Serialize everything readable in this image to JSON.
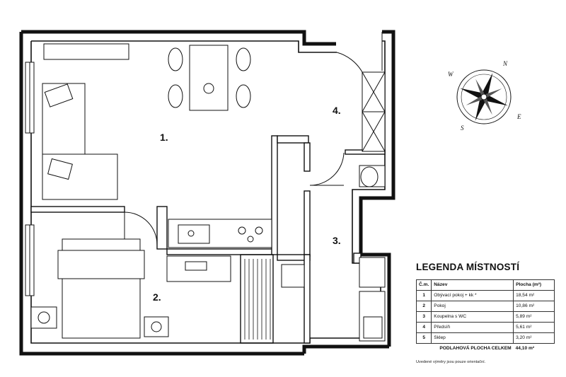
{
  "rooms": [
    {
      "number": "1.",
      "name": "Obývací pokoj + kk *",
      "area": "18,54 m²"
    },
    {
      "number": "2.",
      "name": "Pokoj",
      "area": "10,86 m²"
    },
    {
      "number": "3.",
      "name": "Koupelna s WC",
      "area": "5,89 m²"
    },
    {
      "number": "4.",
      "name": "Předsíň",
      "area": "5,61 m²"
    },
    {
      "number": "5",
      "name": "Sklep",
      "area": "3,20 m²"
    }
  ],
  "legend": {
    "title": "LEGENDA MÍSTNOSTÍ",
    "col_num": "Č.m.",
    "col_name": "Název",
    "col_area": "Plocha (m²)",
    "rows": [
      {
        "num": "1",
        "name": "Obývací pokoj + kk *",
        "area": "18,54 m²"
      },
      {
        "num": "2",
        "name": "Pokoj",
        "area": "10,86 m²"
      },
      {
        "num": "3",
        "name": "Koupelna s WC",
        "area": "5,89 m²"
      },
      {
        "num": "4",
        "name": "Předsíň",
        "area": "5,61 m²"
      },
      {
        "num": "5",
        "name": "Sklep",
        "area": "3,20 m²"
      }
    ],
    "total_label": "PODLAHOVÁ PLOCHA CELKEM",
    "total_value": "44,10 m²"
  },
  "note": "Uvedené výměry jsou pouze orientační.",
  "compass": {
    "n": "N",
    "e": "E",
    "s": "S",
    "w": "W"
  }
}
